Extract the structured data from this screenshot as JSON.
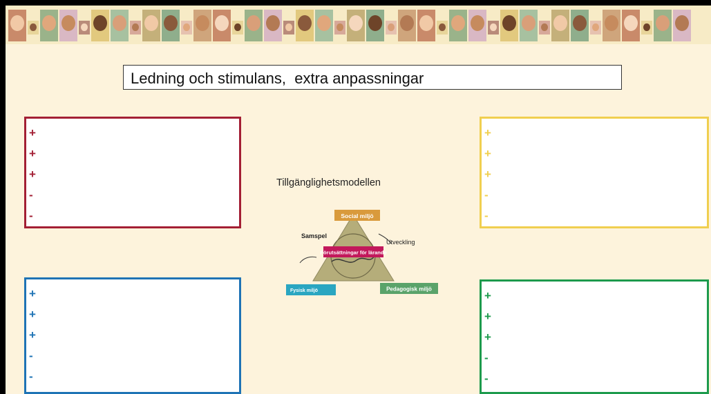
{
  "slide": {
    "title": "Ledning och stimulans,  extra anpassningar",
    "banner_icon": "portrait-mosaic"
  },
  "boxes": [
    {
      "id": "red",
      "color": "#a31f34",
      "marks": [
        "+",
        "+",
        "+",
        "-",
        "-"
      ]
    },
    {
      "id": "yellow",
      "color": "#f0cf4f",
      "marks": [
        "+",
        "+",
        "+",
        "-",
        "-"
      ]
    },
    {
      "id": "blue",
      "color": "#1e73b5",
      "marks": [
        "+",
        "+",
        "+",
        "-",
        "-"
      ]
    },
    {
      "id": "green",
      "color": "#1d9a4c",
      "marks": [
        "+",
        "+",
        "+",
        "-",
        "-"
      ]
    }
  ],
  "model": {
    "title": "Tillgänglighetsmodellen",
    "social": "Social miljö",
    "samspel": "Samspel",
    "utveckling": "Utveckling",
    "center": "Förutsättningar för lärande",
    "fysisk": "Fysisk miljö",
    "pedagogisk": "Pedagogisk miljö",
    "colors": {
      "social": "#d99a3c",
      "center": "#c2185b",
      "fysisk": "#2aa6c1",
      "pedagogisk": "#5aa36a",
      "triangle": "#b5ad7a"
    }
  }
}
